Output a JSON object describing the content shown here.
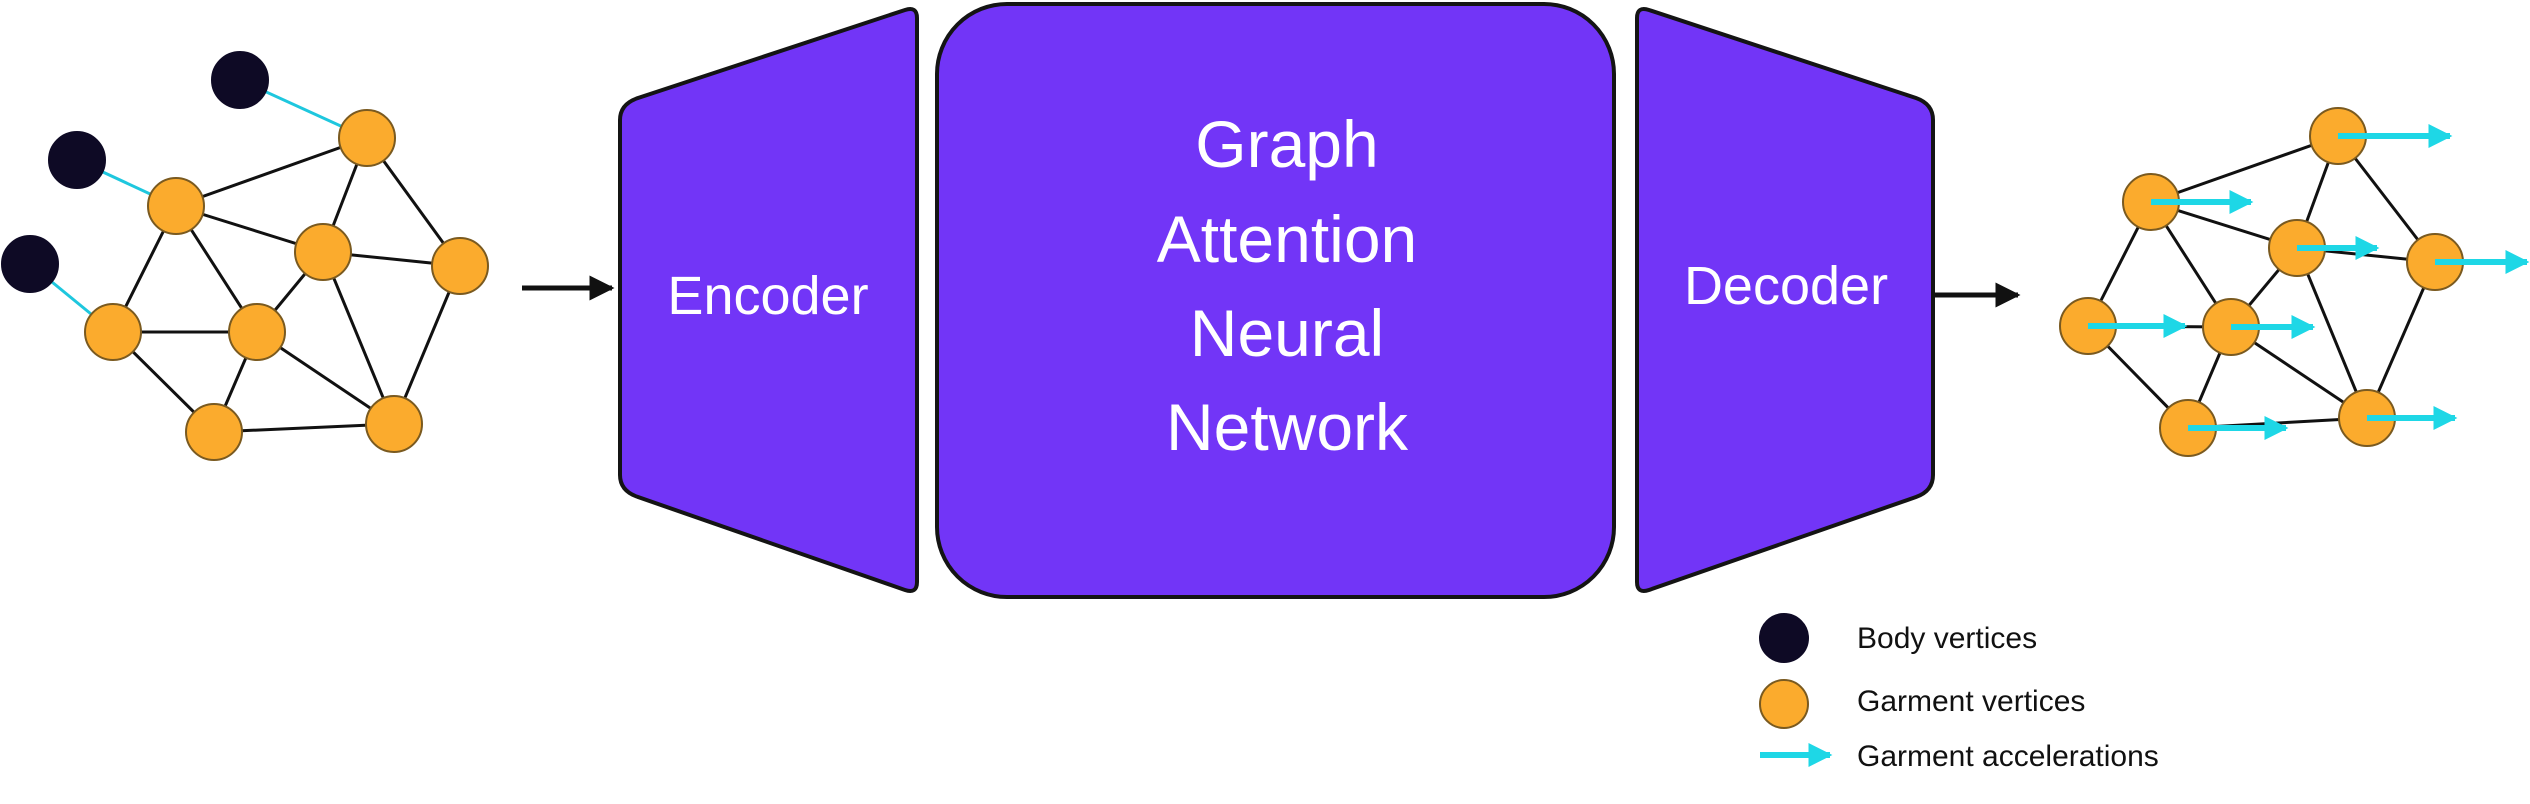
{
  "encoder_label": "Encoder",
  "gnn_label_lines": [
    "Graph",
    "Attention",
    "Neural",
    "Network"
  ],
  "decoder_label": "Decoder",
  "legend": {
    "body_vertices": "Body vertices",
    "garment_vertices": "Garment vertices",
    "garment_accelerations": "Garment accelerations"
  },
  "colors": {
    "block_fill": "#7235f7",
    "block_stroke": "#141414",
    "garment_vertex": "#fbab2d",
    "body_vertex": "#0e0a25",
    "acceleration_arrow": "#1ed7e6",
    "body_link": "#1ec7de",
    "edge": "#111111"
  }
}
